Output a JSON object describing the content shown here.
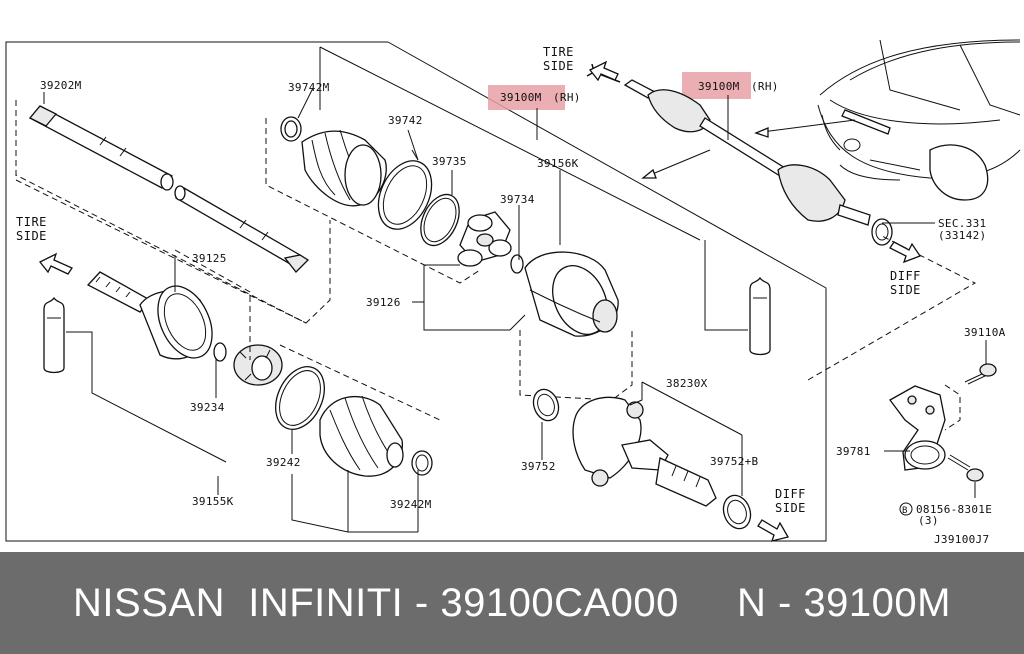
{
  "diagram": {
    "labels": {
      "p39202m": "39202M",
      "p39742m": "39742M",
      "p39742": "39742",
      "p39735": "39735",
      "p39734": "39734",
      "p39156k": "39156K",
      "p39100m_left": "39100M",
      "rh_left": "(RH)",
      "p39100m_right": "39100M",
      "rh_right": "(RH)",
      "p39125": "39125",
      "p39126": "39126",
      "p39234": "39234",
      "p39242": "39242",
      "p39155k": "39155K",
      "p39242m": "39242M",
      "p39752": "39752",
      "p38230x": "38230X",
      "p39752b": "39752+B",
      "sec331": "SEC.331",
      "sec331_sub": "(33142)",
      "p39110a": "39110A",
      "p39781": "39781",
      "bolt_circle": "B",
      "bolt_code": "08156-8301E",
      "bolt_qty": "(3)",
      "diagram_id": "J39100J7"
    },
    "directions": {
      "tire_side_top_1": "TIRE",
      "tire_side_top_2": "SIDE",
      "tire_side_left_1": "TIRE",
      "tire_side_left_2": "SIDE",
      "diff_side_right_1": "DIFF",
      "diff_side_right_2": "SIDE",
      "diff_side_bottom_1": "DIFF",
      "diff_side_bottom_2": "SIDE"
    },
    "colors": {
      "highlight": "#e8a0a4",
      "banner_bg": "#6c6c6c",
      "banner_text": "#ffffff"
    }
  },
  "banner": {
    "text": "NISSAN  INFINITI - 39100CA000     N - 39100M"
  }
}
